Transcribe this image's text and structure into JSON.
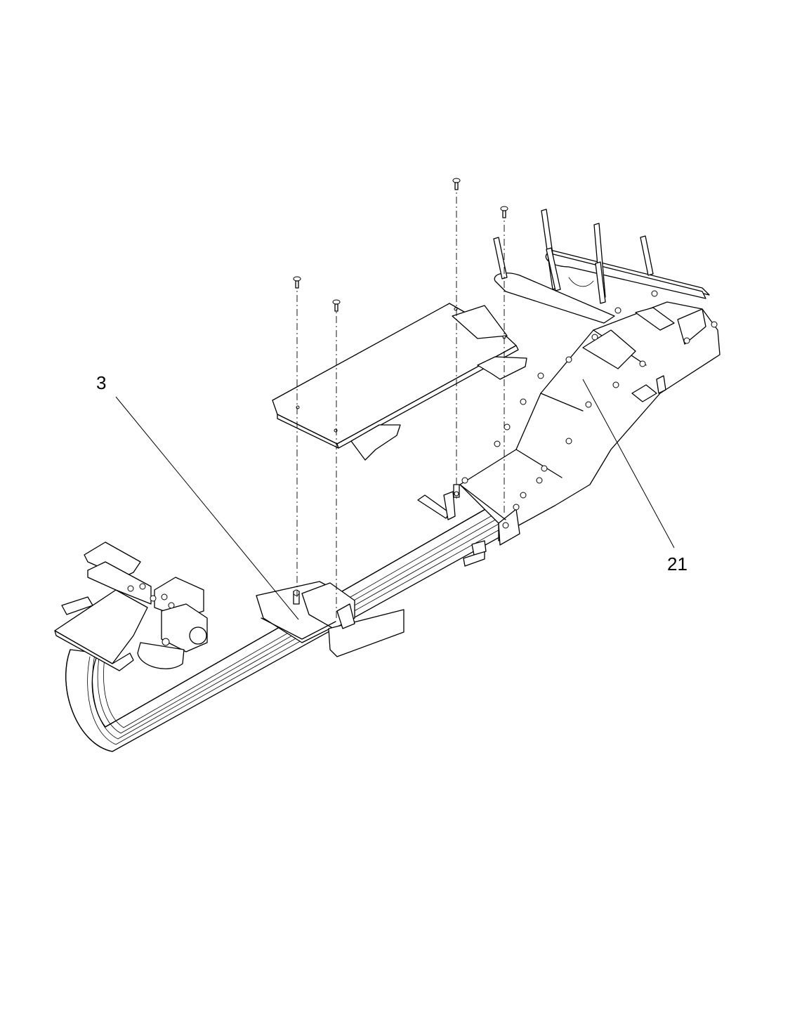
{
  "callouts": [
    {
      "id": "3",
      "label": "3"
    },
    {
      "id": "21",
      "label": "21"
    }
  ],
  "colors": {
    "line": "#000000",
    "background": "#ffffff"
  }
}
